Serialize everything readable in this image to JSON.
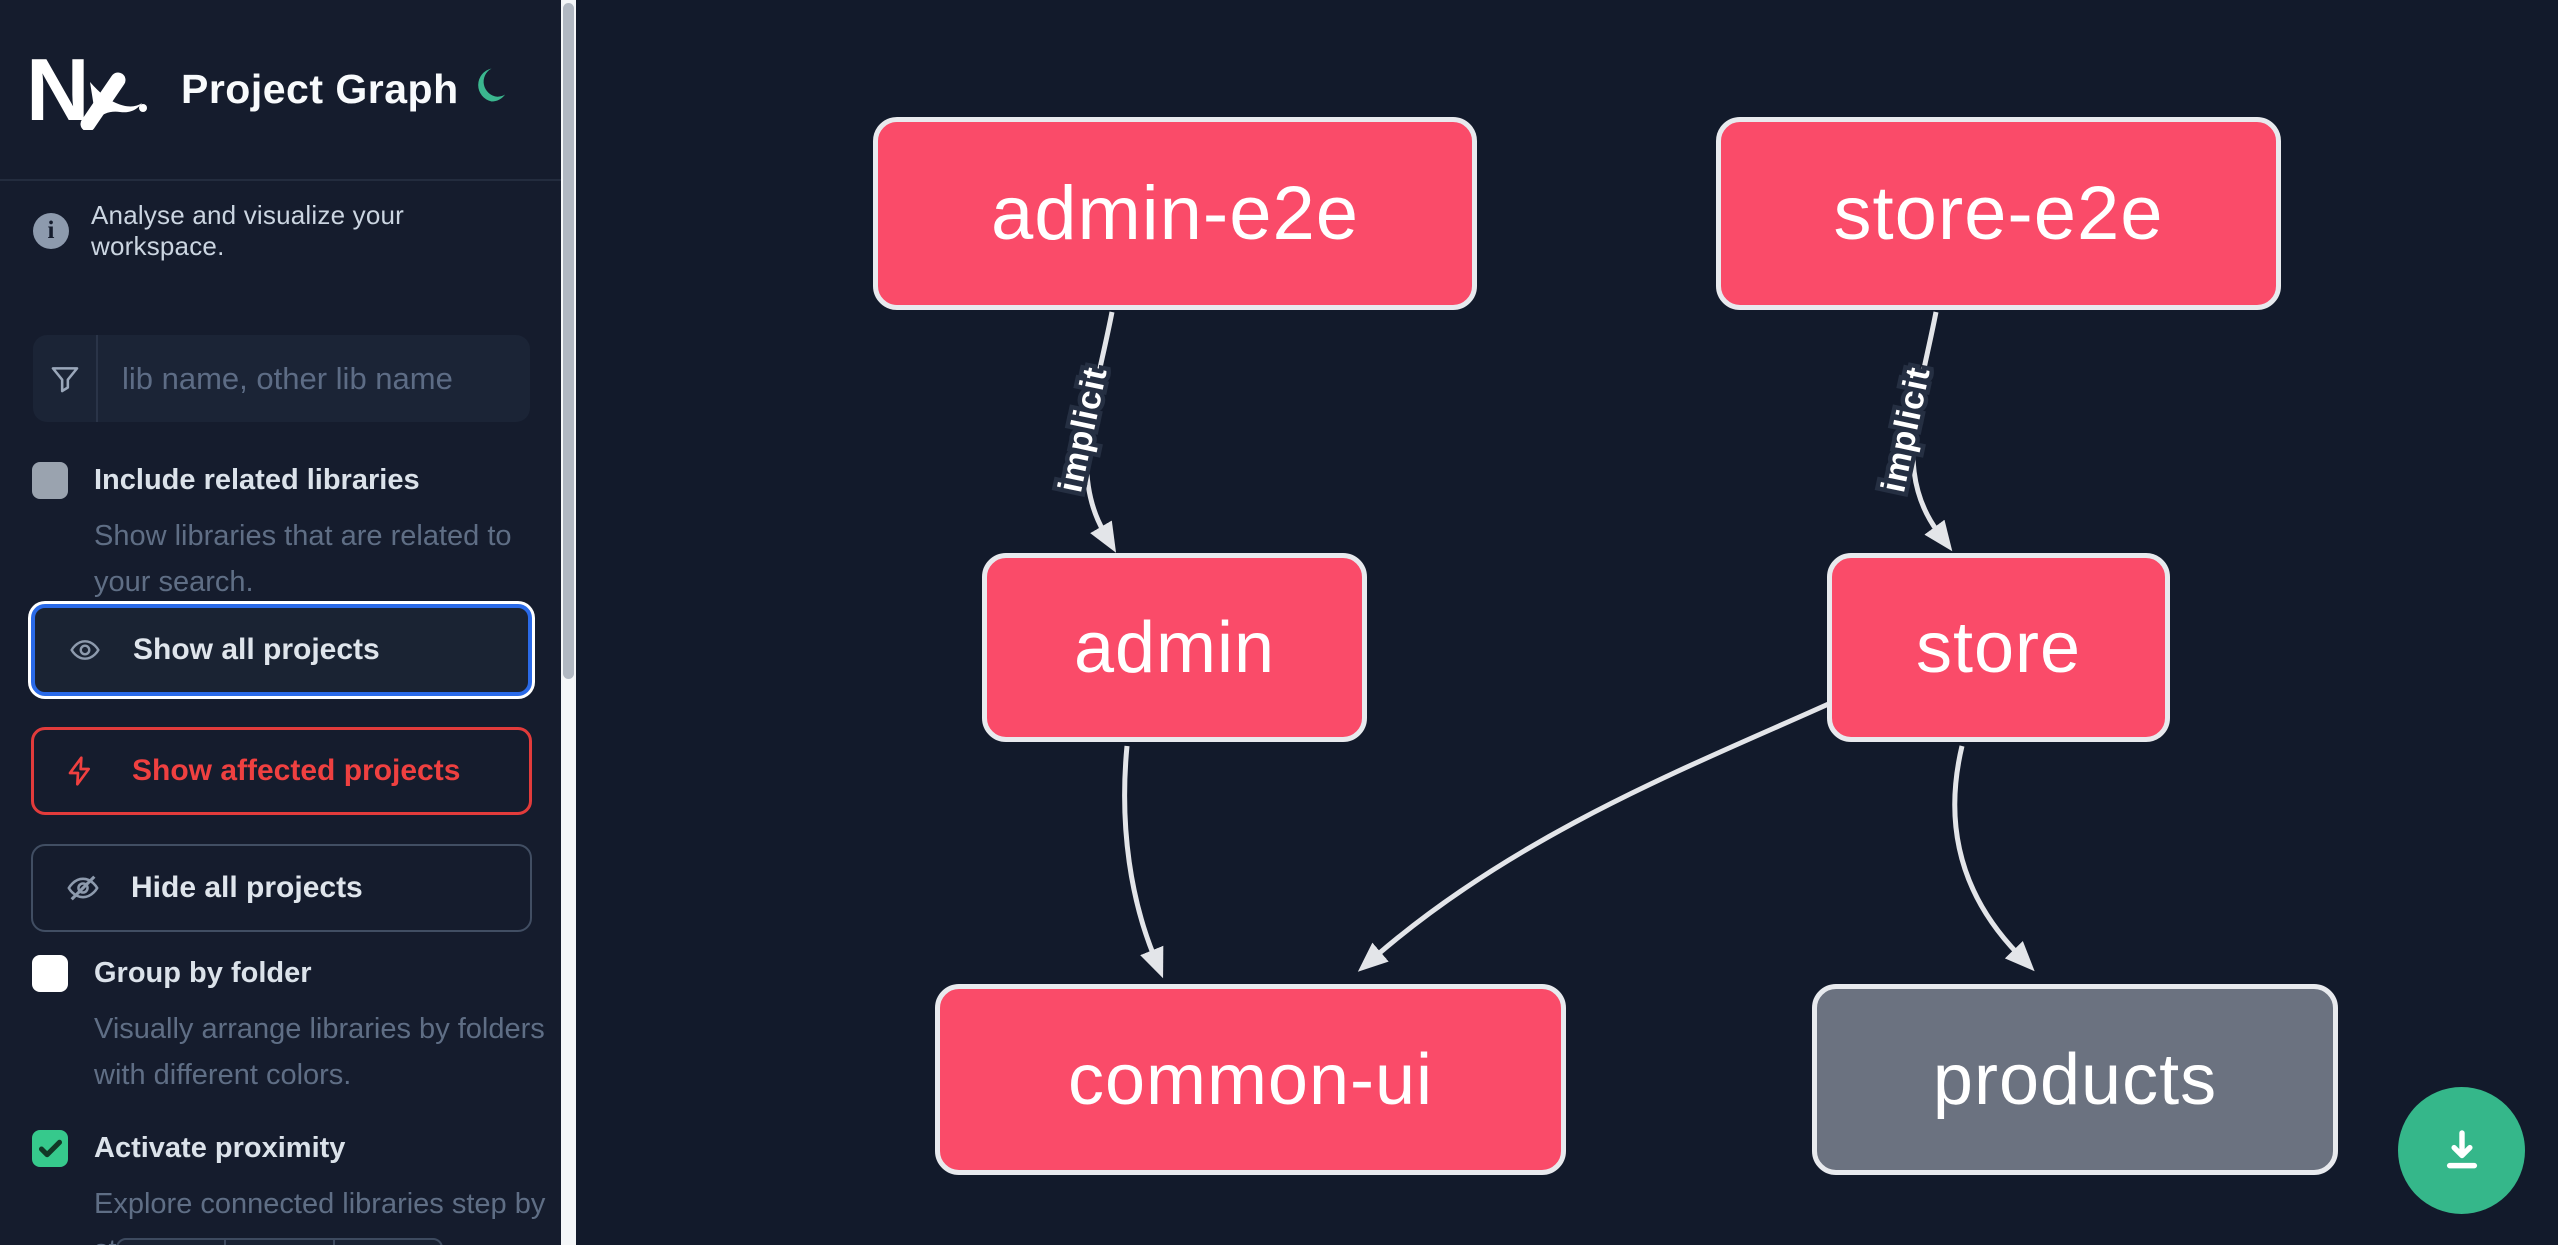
{
  "app": {
    "title": "Project Graph",
    "logo": "Nx",
    "theme_toggle_icon": "moon-icon"
  },
  "sidebar": {
    "tagline": "Analyse and visualize your workspace.",
    "filter": {
      "placeholder": "lib name, other lib name",
      "value": "",
      "icon": "funnel-icon"
    },
    "checkboxes": [
      {
        "label": "Include related libraries",
        "description": "Show libraries that are related to your search.",
        "checked": false
      },
      {
        "label": "Group by folder",
        "description": "Visually arrange libraries by folders with different colors.",
        "checked": false
      },
      {
        "label": "Activate proximity",
        "description": "Explore connected libraries step by step.",
        "checked": true
      }
    ],
    "buttons": [
      {
        "label": "Show all projects",
        "icon": "eye-icon",
        "state": "selected"
      },
      {
        "label": "Show affected projects",
        "icon": "bolt-icon",
        "accent": "red"
      },
      {
        "label": "Hide all projects",
        "icon": "eye-off-icon"
      }
    ]
  },
  "graph": {
    "nodes": [
      {
        "id": "admin-e2e",
        "label": "admin-e2e",
        "color": "pink"
      },
      {
        "id": "store-e2e",
        "label": "store-e2e",
        "color": "pink"
      },
      {
        "id": "admin",
        "label": "admin",
        "color": "pink"
      },
      {
        "id": "store",
        "label": "store",
        "color": "pink"
      },
      {
        "id": "common-ui",
        "label": "common-ui",
        "color": "pink"
      },
      {
        "id": "products",
        "label": "products",
        "color": "gray"
      }
    ],
    "edges": [
      {
        "from": "admin-e2e",
        "to": "admin",
        "label": "implicit"
      },
      {
        "from": "store-e2e",
        "to": "store",
        "label": "implicit"
      },
      {
        "from": "admin",
        "to": "common-ui",
        "label": ""
      },
      {
        "from": "store",
        "to": "common-ui",
        "label": ""
      },
      {
        "from": "store",
        "to": "products",
        "label": ""
      }
    ]
  },
  "actions": {
    "download_icon": "download-icon"
  },
  "colors": {
    "background": "#121a2b",
    "sidebar": "#151c2d",
    "node_pink": "#fa4b69",
    "node_gray": "#6b7280",
    "node_border": "#e8eaee",
    "edge": "#e3e5e9",
    "accent_blue": "#2a6ae8",
    "accent_red": "#e23b3b",
    "accent_green": "#36c98c",
    "download_green": "#35b78a"
  }
}
